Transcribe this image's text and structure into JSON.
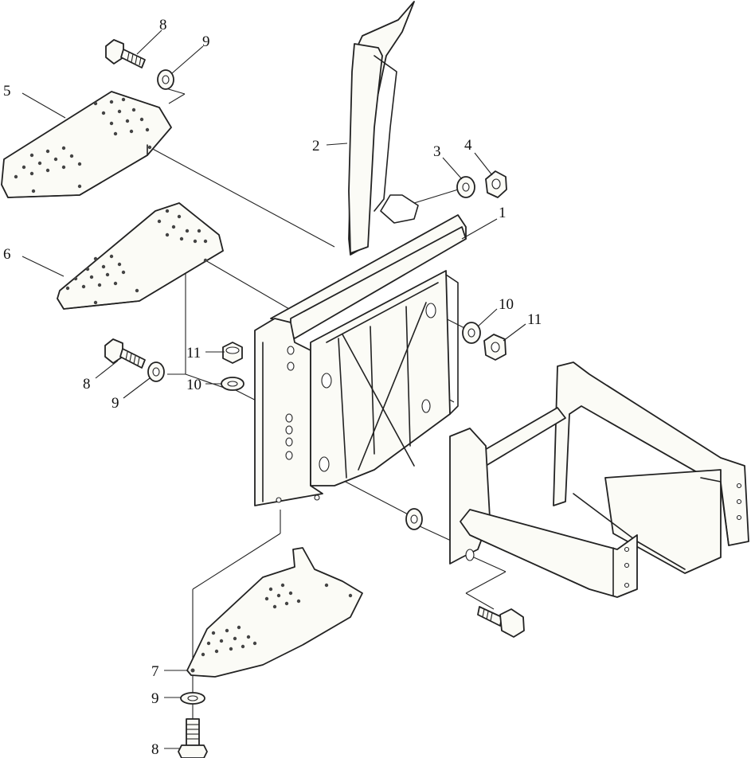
{
  "callouts": {
    "c1": "1",
    "c2": "2",
    "c3": "3",
    "c4": "4",
    "c5": "5",
    "c6": "6",
    "c7": "7",
    "c8a": "8",
    "c8b": "8",
    "c8c": "8",
    "c9a": "9",
    "c9b": "9",
    "c9c": "9",
    "c10a": "10",
    "c10b": "10",
    "c11a": "11",
    "c11b": "11"
  }
}
